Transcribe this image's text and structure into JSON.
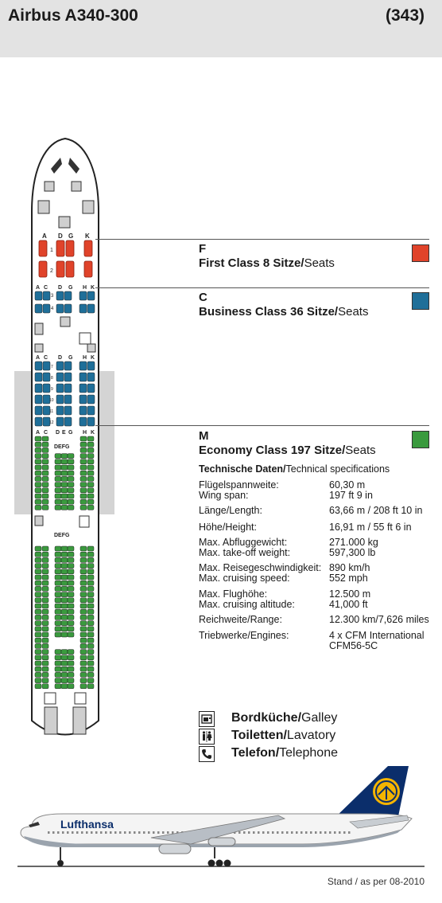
{
  "header": {
    "title": "Airbus A340-300",
    "code": "(343)"
  },
  "colors": {
    "first": "#e0432a",
    "business": "#1f6f99",
    "economy": "#3a9a3e",
    "header_bg": "#e3e3e3"
  },
  "seatmap": {
    "column_letters_first": [
      "A",
      "D",
      "G",
      "K"
    ],
    "column_letters_business": [
      "A",
      "C",
      "D",
      "G",
      "H",
      "K"
    ],
    "column_letters_economy": [
      "A",
      "C",
      "D",
      "E",
      "G",
      "H",
      "K"
    ],
    "galley_letters": "DEFG",
    "rows_first": [
      "1",
      "2"
    ],
    "rows_business_front": [
      "3",
      "4"
    ],
    "rows_business_rear": [
      "7",
      "8",
      "9",
      "10",
      "11",
      "12"
    ]
  },
  "classes": [
    {
      "letter": "F",
      "name_bold": "First Class 8 Sitze/",
      "name_regular": "Seats"
    },
    {
      "letter": "C",
      "name_bold": "Business Class 36 Sitze/",
      "name_regular": "Seats"
    },
    {
      "letter": "M",
      "name_bold": "Economy Class 197 Sitze/",
      "name_regular": "Seats"
    }
  ],
  "specs": {
    "title_bold": "Technische Daten/",
    "title_regular": "Technical specifications",
    "rows": [
      {
        "labels": [
          "Flügelspannweite:",
          "Wing span:"
        ],
        "values": [
          "60,30 m",
          "197 ft 9 in"
        ]
      },
      {
        "labels": [
          "Länge/Length:"
        ],
        "values": [
          "63,66 m / 208 ft 10 in"
        ]
      },
      {
        "labels": [
          "Höhe/Height:"
        ],
        "values": [
          "16,91 m / 55 ft 6 in"
        ]
      },
      {
        "labels": [
          "Max. Abfluggewicht:",
          "Max. take-off weight:"
        ],
        "values": [
          "271.000 kg",
          "597,300 lb"
        ]
      },
      {
        "labels": [
          "Max. Reisegeschwindigkeit:",
          "Max. cruising speed:"
        ],
        "values": [
          "890 km/h",
          "552 mph"
        ]
      },
      {
        "labels": [
          "Max. Flughöhe:",
          "Max. cruising altitude:"
        ],
        "values": [
          "12.500 m",
          "41,000 ft"
        ]
      },
      {
        "labels": [
          "Reichweite/Range:"
        ],
        "values": [
          "12.300 km/7,626 miles"
        ]
      },
      {
        "labels": [
          "Triebwerke/Engines:"
        ],
        "values": [
          "4 x CFM International",
          "CFM56-5C"
        ]
      }
    ]
  },
  "legend": [
    {
      "icon": "galley-icon",
      "bold": "Bordküche/",
      "regular": "Galley"
    },
    {
      "icon": "lavatory-icon",
      "bold": "Toiletten/",
      "regular": "Lavatory"
    },
    {
      "icon": "telephone-icon",
      "bold": "Telefon/",
      "regular": "Telephone"
    }
  ],
  "aircraft": {
    "livery_text": "Lufthansa"
  },
  "footer": {
    "stand": "Stand / as per 08-2010"
  }
}
